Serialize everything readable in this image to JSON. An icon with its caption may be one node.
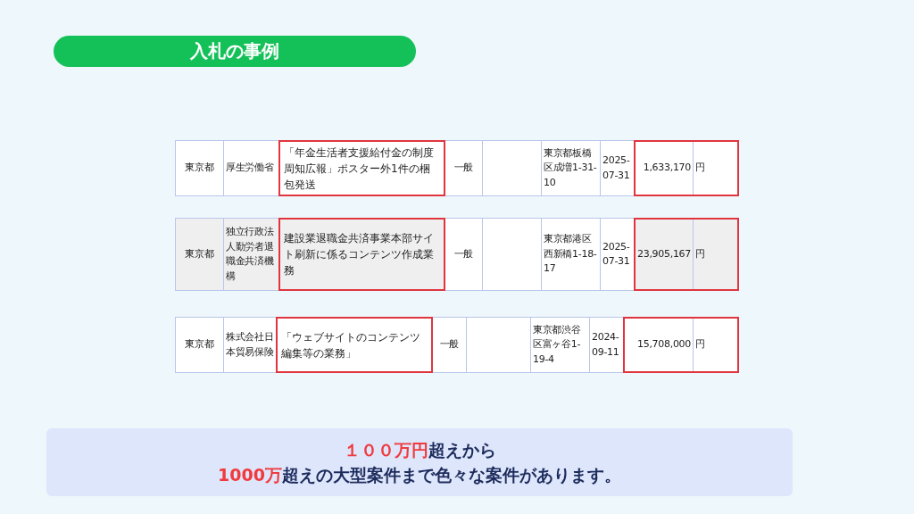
{
  "diagram": {
    "title": "入札の事例",
    "nodes": [
      {
        "text": [
          "**１００万円**超えから",
          "**1000万**超えの大型案件まで色々な案件があります。"
        ]
      }
    ],
    "labels": [
      "東京都",
      "厚生労働省",
      "「年金生活者支援給付金の制度周知広報」ポスター外1件の梱包発送",
      "一般",
      "東京都板橋区成増1-31-10",
      "2025-07-31",
      "1,633,170",
      "円",
      "東京都",
      "独立行政法人勤労者退職金共済機構",
      "建設業退職金共済事業本部サイト刷新に係るコンテンツ作成業務",
      "一般",
      "東京都港区西新橋1-18-17",
      "2025-07-31",
      "23,905,167",
      "円",
      "東京都",
      "株式会社日本貿易保険",
      "「ウェブサイトのコンテンツ編集等の業務」",
      "一般",
      "東京都渋谷区富ヶ谷1-19-4",
      "2024-09-11",
      "15,708,000",
      "円"
    ]
  }
}
